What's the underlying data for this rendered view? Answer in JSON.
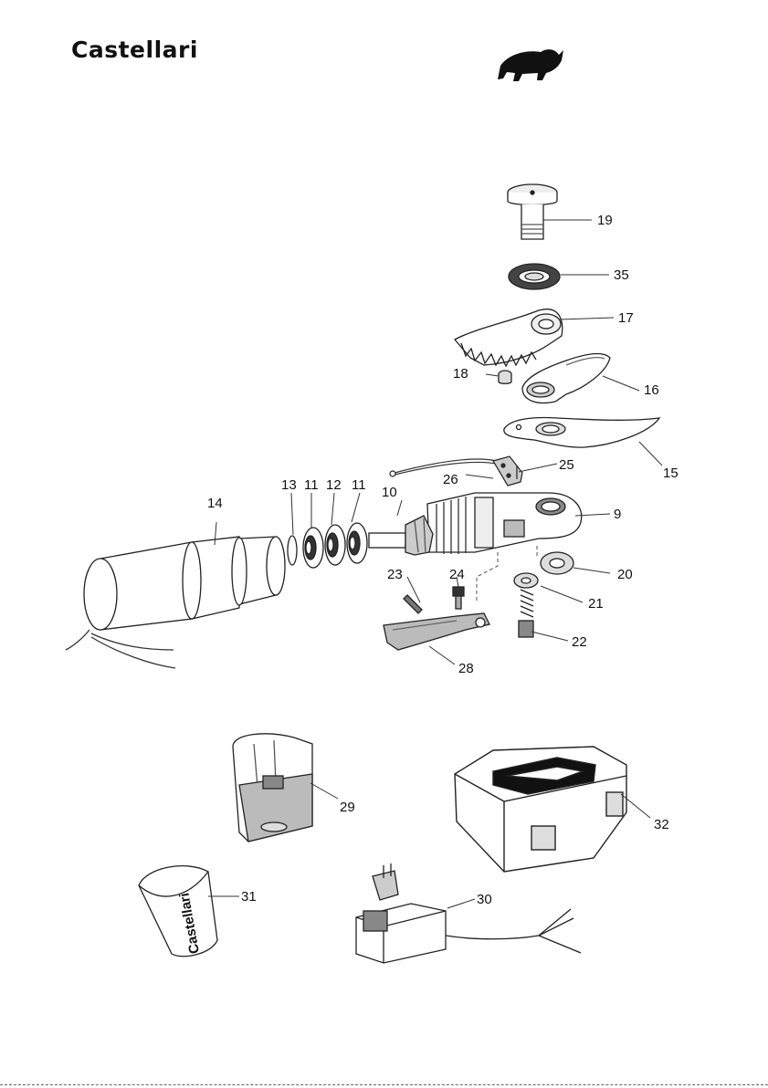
{
  "brand": {
    "name": "Castellari"
  },
  "sleeve_text": "Castellari",
  "icons": {
    "logo": "rhino-icon"
  },
  "parts": {
    "p9": "9",
    "p10": "10",
    "p11a": "11",
    "p11b": "11",
    "p12": "12",
    "p13": "13",
    "p14": "14",
    "p15": "15",
    "p16": "16",
    "p17": "17",
    "p18": "18",
    "p19": "19",
    "p20": "20",
    "p21": "21",
    "p22": "22",
    "p23": "23",
    "p24": "24",
    "p25": "25",
    "p26": "26",
    "p28": "28",
    "p29": "29",
    "p30": "30",
    "p31": "31",
    "p32": "32",
    "p35": "35"
  }
}
